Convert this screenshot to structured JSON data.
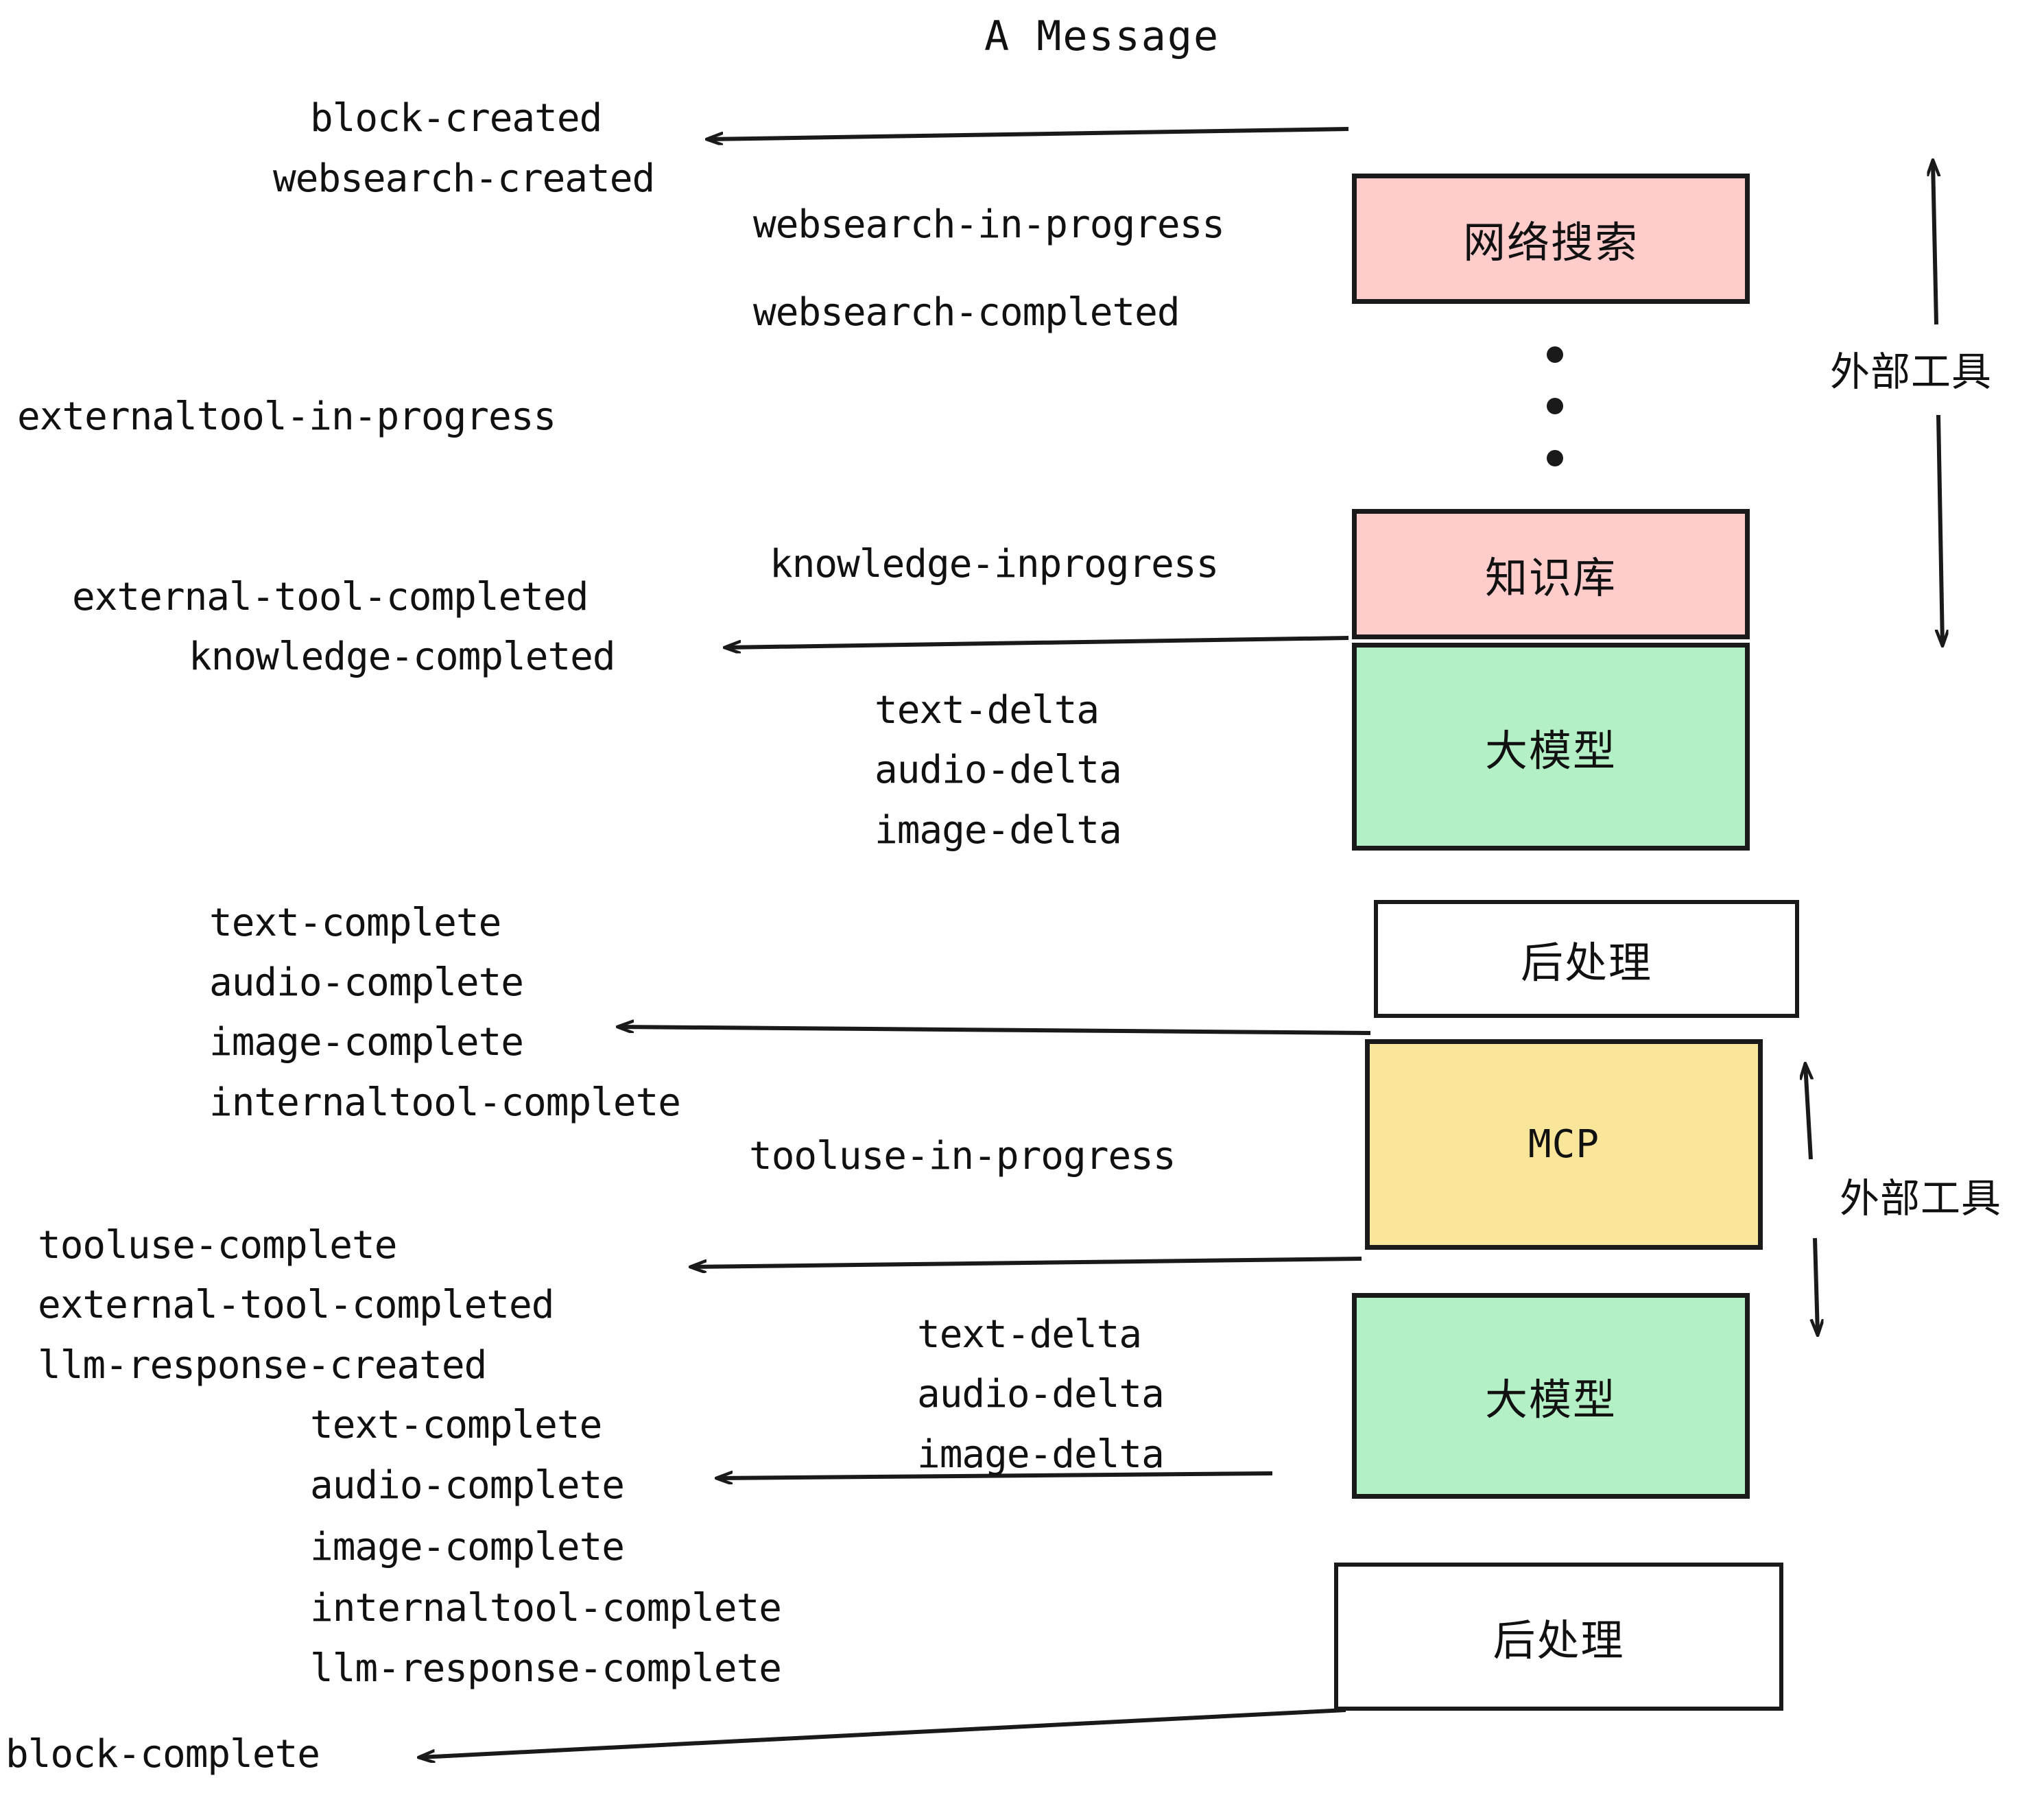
{
  "title": "A Message",
  "colors": {
    "pink": "#ffcccc",
    "green": "#b3f0c6",
    "yellow": "#fae69a",
    "white": "#ffffff",
    "stroke": "#1a1a1a"
  },
  "nodes": [
    {
      "id": "websearch",
      "label": "网络搜索",
      "fill": "#ffcccc",
      "kind": "cn"
    },
    {
      "id": "knowledge",
      "label": "知识库",
      "fill": "#ffcccc",
      "kind": "cn"
    },
    {
      "id": "llm-1",
      "label": "大模型",
      "fill": "#b3f0c6",
      "kind": "cn"
    },
    {
      "id": "postprocess-1",
      "label": "后处理",
      "fill": "#ffffff",
      "kind": "cn"
    },
    {
      "id": "mcp",
      "label": "MCP",
      "fill": "#fae69a",
      "kind": "latin"
    },
    {
      "id": "llm-2",
      "label": "大模型",
      "fill": "#b3f0c6",
      "kind": "cn"
    },
    {
      "id": "postprocess-2",
      "label": "后处理",
      "fill": "#ffffff",
      "kind": "cn"
    }
  ],
  "side_labels": [
    {
      "id": "external-tools-top",
      "text": "外部工具"
    },
    {
      "id": "external-tools-bottom",
      "text": "外部工具"
    }
  ],
  "events": [
    {
      "id": "e01",
      "text": "block-created"
    },
    {
      "id": "e02",
      "text": "websearch-created"
    },
    {
      "id": "e03",
      "text": "websearch-in-progress"
    },
    {
      "id": "e04",
      "text": "websearch-completed"
    },
    {
      "id": "e05",
      "text": "externaltool-in-progress"
    },
    {
      "id": "e06",
      "text": "knowledge-inprogress"
    },
    {
      "id": "e07",
      "text": "external-tool-completed"
    },
    {
      "id": "e08",
      "text": "knowledge-completed"
    },
    {
      "id": "e09",
      "text": "text-delta"
    },
    {
      "id": "e10",
      "text": "audio-delta"
    },
    {
      "id": "e11",
      "text": "image-delta"
    },
    {
      "id": "e12",
      "text": "text-complete"
    },
    {
      "id": "e13",
      "text": "audio-complete"
    },
    {
      "id": "e14",
      "text": "image-complete"
    },
    {
      "id": "e15",
      "text": "internaltool-complete"
    },
    {
      "id": "e16",
      "text": "tooluse-in-progress"
    },
    {
      "id": "e17",
      "text": "tooluse-complete"
    },
    {
      "id": "e18",
      "text": "external-tool-completed"
    },
    {
      "id": "e19",
      "text": "llm-response-created"
    },
    {
      "id": "e20",
      "text": "text-complete"
    },
    {
      "id": "e21",
      "text": "audio-complete"
    },
    {
      "id": "e22",
      "text": "image-complete"
    },
    {
      "id": "e23",
      "text": "internaltool-complete"
    },
    {
      "id": "e24",
      "text": "llm-response-complete"
    },
    {
      "id": "e25",
      "text": "block-complete"
    }
  ]
}
